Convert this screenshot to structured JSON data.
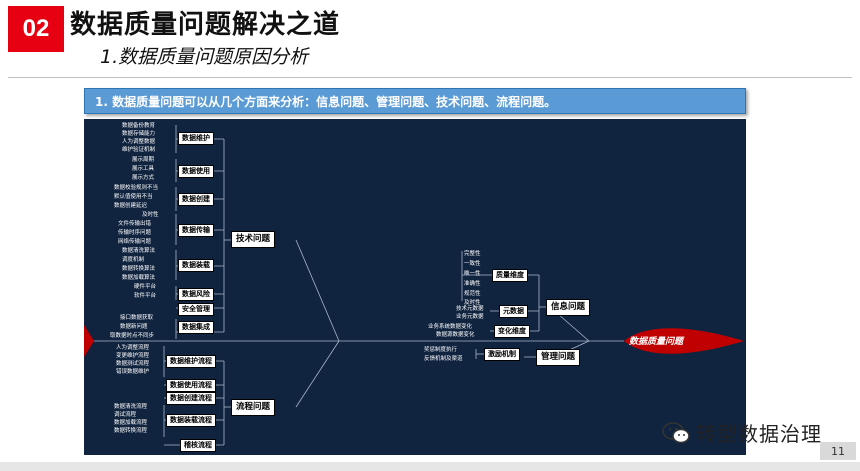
{
  "header": {
    "badge": "02",
    "title": "数据质量问题解决之道",
    "subtitle": "1.数据质量问题原因分析"
  },
  "banner": "1.   数据质量问题可以从几个方面来分析：信息问题、管理问题、技术问题、流程问题。",
  "diagram": {
    "head": "数据质量问题",
    "categories": {
      "tech": "技术问题",
      "process": "流程问题",
      "info": "信息问题",
      "mgmt": "管理问题"
    },
    "tech_subs": {
      "maintain": {
        "label": "数据维护",
        "causes": [
          "数据备份教育",
          "数据存储能力",
          "人为调整数据",
          "维护验证机制"
        ]
      },
      "use": {
        "label": "数据使用",
        "causes": [
          "展示周期",
          "展示工具",
          "展示方式"
        ]
      },
      "create": {
        "label": "数据创建",
        "causes": [
          "数据校验规则不当",
          "默认值使用不当",
          "数据创建延迟"
        ]
      },
      "transfer": {
        "label": "数据传输",
        "causes": [
          "及时性",
          "文件传输出错",
          "传输时序问题",
          "网络传输问题"
        ]
      },
      "load": {
        "label": "数据装载",
        "causes": [
          "数据清洗算法",
          "调度机制",
          "数据转换算法",
          "数据加载算法"
        ]
      },
      "risk": {
        "label": "数据风险",
        "causes": [
          "硬件平台",
          "软件平台"
        ]
      },
      "security": {
        "label": "安全管理"
      },
      "integrate": {
        "label": "数据集成",
        "causes": [
          "接口数据获取",
          "数据新问题",
          "取数据时点不同步"
        ]
      }
    },
    "process_subs": {
      "maintain": {
        "label": "数据维护流程",
        "causes": [
          "人为调整流程",
          "变更维护流程",
          "数据测试流程",
          "错误数据维护"
        ]
      },
      "use": {
        "label": "数据使用流程"
      },
      "create": {
        "label": "数据创建流程"
      },
      "load": {
        "label": "数据装载流程",
        "causes": [
          "数据清洗流程",
          "调试流程",
          "数据加载流程",
          "数据转换流程"
        ]
      },
      "audit": {
        "label": "稽核流程"
      }
    },
    "info_subs": {
      "dimension": {
        "label": "质量维度",
        "causes": [
          "完整性",
          "一致性",
          "唯一性",
          "准确性",
          "规范性",
          "及时性"
        ]
      },
      "meta": {
        "label": "元数据",
        "causes": [
          "技术元数据",
          "业务元数据"
        ]
      },
      "change": {
        "label": "变化维度",
        "causes": [
          "业务系统数据变化",
          "数据源数据变化"
        ]
      }
    },
    "mgmt_subs": {
      "incentive": {
        "label": "激励机制",
        "causes": [
          "奖惩制度执行",
          "反馈机制及渠道"
        ]
      }
    }
  },
  "watermark": "转型数据治理",
  "page_number": "11"
}
